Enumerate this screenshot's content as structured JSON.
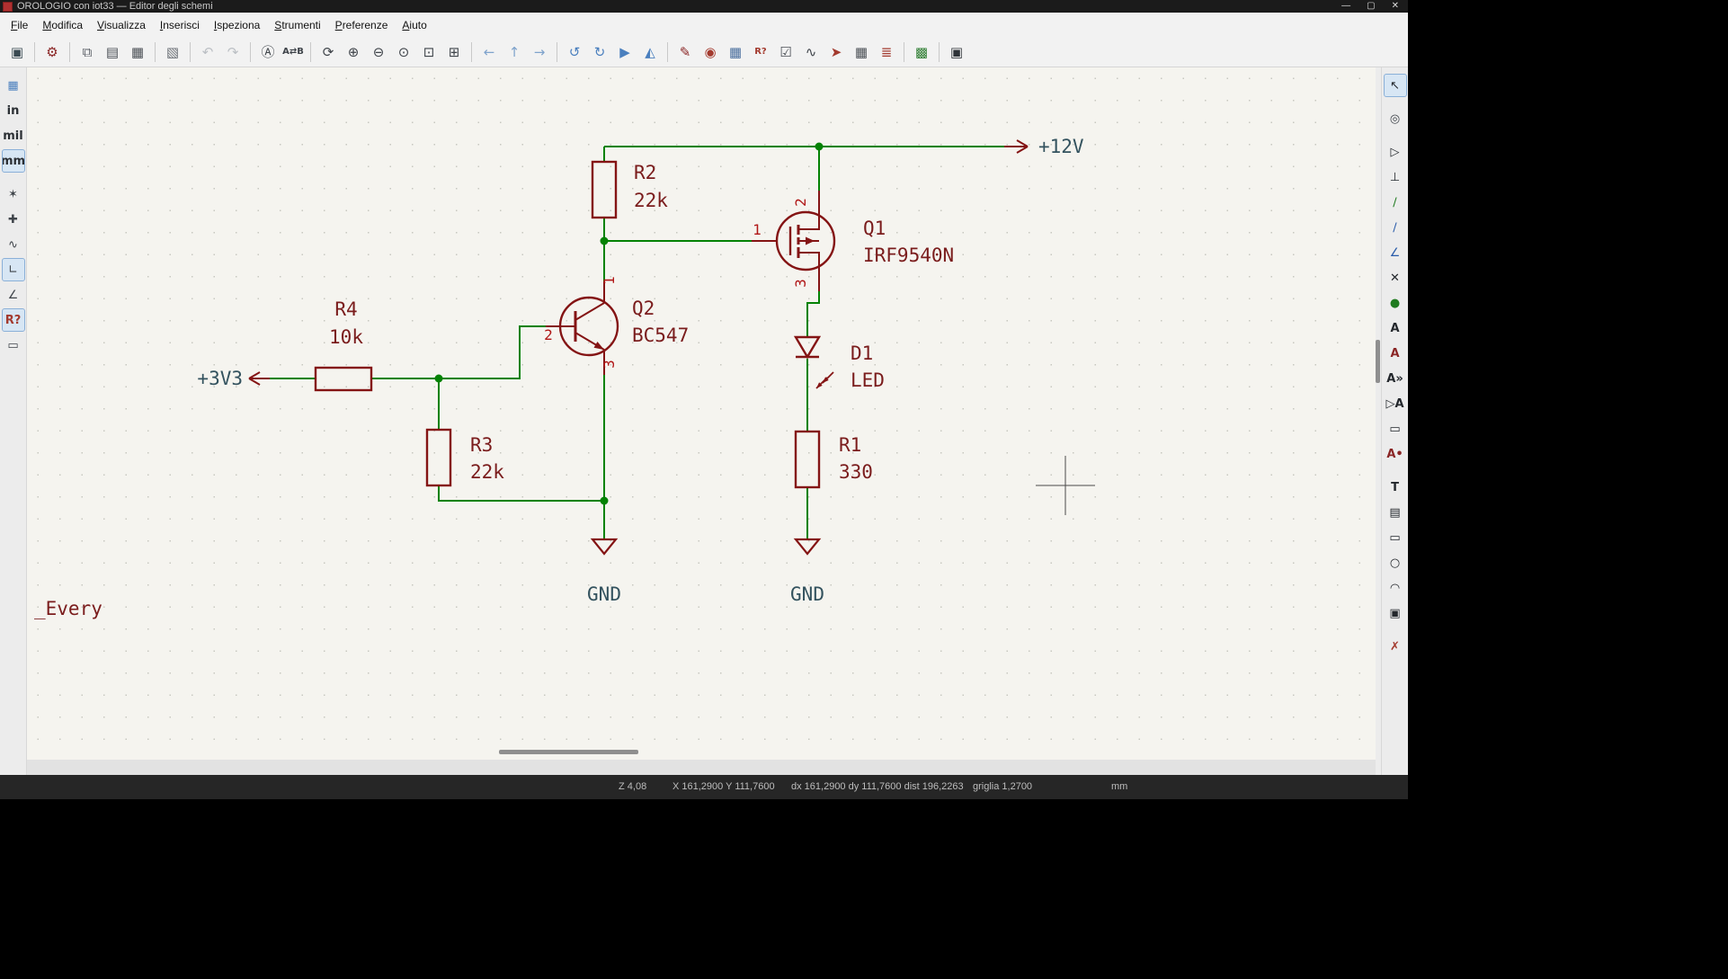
{
  "window": {
    "title": "OROLOGIO con iot33 — Editor degli schemi",
    "controls": {
      "minimize": "—",
      "maximize": "▢",
      "close": "✕"
    }
  },
  "menu": {
    "items": [
      "File",
      "Modifica",
      "Visualizza",
      "Inserisci",
      "Ispeziona",
      "Strumenti",
      "Preferenze",
      "Aiuto"
    ]
  },
  "toolbar": {
    "icons": [
      {
        "name": "save-icon",
        "glyph": "▣",
        "color": "#3a4a52"
      },
      {
        "sep": true
      },
      {
        "name": "schematic-setup-icon",
        "glyph": "⚙",
        "color": "#8a2525"
      },
      {
        "sep": true
      },
      {
        "name": "new-sheet-icon",
        "glyph": "⧉",
        "color": "#5a5f66"
      },
      {
        "name": "print-icon",
        "glyph": "▤",
        "color": "#4a4f55"
      },
      {
        "name": "plot-icon",
        "glyph": "▦",
        "color": "#4a4f55"
      },
      {
        "sep": true
      },
      {
        "name": "paste-icon",
        "glyph": "▧",
        "color": "#6a6f75"
      },
      {
        "sep": true
      },
      {
        "name": "undo-icon",
        "glyph": "↶",
        "color": "#b9bdc2",
        "disabled": true
      },
      {
        "name": "redo-icon",
        "glyph": "↷",
        "color": "#b9bdc2",
        "disabled": true
      },
      {
        "sep": true
      },
      {
        "name": "find-icon",
        "glyph": "Ⓐ",
        "color": "#3f444a"
      },
      {
        "name": "find-replace-icon",
        "glyph": "A⇄B",
        "color": "#3f444a",
        "text": true
      },
      {
        "sep": true
      },
      {
        "name": "refresh-icon",
        "glyph": "⟳",
        "color": "#3f444a"
      },
      {
        "name": "zoom-in-icon",
        "glyph": "⊕",
        "color": "#3f444a"
      },
      {
        "name": "zoom-out-icon",
        "glyph": "⊖",
        "color": "#3f444a"
      },
      {
        "name": "zoom-fit-icon",
        "glyph": "⊙",
        "color": "#3f444a"
      },
      {
        "name": "zoom-selection-icon",
        "glyph": "⊡",
        "color": "#3f444a"
      },
      {
        "name": "zoom-page-icon",
        "glyph": "⊞",
        "color": "#3f444a"
      },
      {
        "sep": true
      },
      {
        "name": "nav-back-icon",
        "glyph": "←",
        "color": "#7fa3cc"
      },
      {
        "name": "nav-up-icon",
        "glyph": "↑",
        "color": "#7fa3cc"
      },
      {
        "name": "nav-forward-icon",
        "glyph": "→",
        "color": "#7fa3cc"
      },
      {
        "sep": true
      },
      {
        "name": "rotate-ccw-icon",
        "glyph": "↺",
        "color": "#4a7fbe"
      },
      {
        "name": "rotate-cw-icon",
        "glyph": "↻",
        "color": "#4a7fbe"
      },
      {
        "name": "mirror-h-icon",
        "glyph": "▶",
        "color": "#4a7fbe"
      },
      {
        "name": "mirror-v-icon",
        "glyph": "◭",
        "color": "#4a7fbe"
      },
      {
        "sep": true
      },
      {
        "name": "annotate-icon",
        "glyph": "✎",
        "color": "#8a2525"
      },
      {
        "name": "erc-icon",
        "glyph": "◉",
        "color": "#a33a2e"
      },
      {
        "name": "symbol-fields-icon",
        "glyph": "▦",
        "color": "#4a6f9e"
      },
      {
        "name": "edit-references-icon",
        "glyph": "R?",
        "color": "#a33a2e",
        "text": true
      },
      {
        "name": "erc-checklist-icon",
        "glyph": "☑",
        "color": "#4a4f55"
      },
      {
        "name": "simulator-icon",
        "glyph": "∿",
        "color": "#3f444a"
      },
      {
        "name": "spice-run-icon",
        "glyph": "➤",
        "color": "#a33a2e"
      },
      {
        "name": "bom-table-icon",
        "glyph": "▦",
        "color": "#4a4f55"
      },
      {
        "name": "bom-export-icon",
        "glyph": "≣",
        "color": "#a33a2e"
      },
      {
        "sep": true
      },
      {
        "name": "pcb-editor-icon",
        "glyph": "▩",
        "color": "#2e7d32"
      },
      {
        "sep": true
      },
      {
        "name": "console-icon",
        "glyph": "▣",
        "color": "#2f3338"
      }
    ]
  },
  "left_toolbar": {
    "items": [
      {
        "name": "grid-toggle-icon",
        "glyph": "▦",
        "color": "#4a7fbe"
      },
      {
        "name": "unit-inches-button",
        "glyph": "in",
        "color": "#2a2e33",
        "text": true
      },
      {
        "name": "unit-mils-button",
        "glyph": "mil",
        "color": "#2a2e33",
        "text": true
      },
      {
        "name": "unit-mm-button",
        "glyph": "mm",
        "color": "#2a2e33",
        "text": true,
        "active": true
      },
      {
        "gap": true
      },
      {
        "name": "cursor-shape-icon",
        "glyph": "✶",
        "color": "#3f444a"
      },
      {
        "name": "hidden-pins-icon",
        "glyph": "✚",
        "color": "#3f444a"
      },
      {
        "name": "hidden-fields-icon",
        "glyph": "∿",
        "color": "#3f444a"
      },
      {
        "name": "hv-lines-icon",
        "glyph": "∟",
        "color": "#3f444a",
        "active": true
      },
      {
        "name": "free-angle-icon",
        "glyph": "∠",
        "color": "#3f444a"
      },
      {
        "name": "auto-annotate-icon",
        "glyph": "R?",
        "color": "#a33a2e",
        "text": true,
        "active": true
      },
      {
        "name": "selection-filter-icon",
        "glyph": "▭",
        "color": "#3f444a"
      }
    ]
  },
  "right_toolbar": {
    "items": [
      {
        "name": "select-tool-icon",
        "glyph": "↖",
        "color": "#23272c",
        "active": true
      },
      {
        "gap": true
      },
      {
        "name": "highlight-net-icon",
        "glyph": "◎",
        "color": "#3f444a"
      },
      {
        "gap": true
      },
      {
        "name": "place-symbol-icon",
        "glyph": "▷",
        "color": "#23272c"
      },
      {
        "name": "place-power-icon",
        "glyph": "⊥",
        "color": "#23272c"
      },
      {
        "name": "draw-wire-icon",
        "glyph": "∕",
        "color": "#1f7a1f"
      },
      {
        "name": "draw-bus-icon",
        "glyph": "∕",
        "color": "#2a5caa"
      },
      {
        "name": "bus-entry-icon",
        "glyph": "∠",
        "color": "#2a5caa"
      },
      {
        "name": "no-connect-icon",
        "glyph": "✕",
        "color": "#23272c"
      },
      {
        "name": "junction-icon",
        "glyph": "●",
        "color": "#1f7a1f"
      },
      {
        "name": "net-label-icon",
        "glyph": "A",
        "color": "#23272c",
        "text": true
      },
      {
        "name": "netclass-label-icon",
        "glyph": "A",
        "color": "#8a2525",
        "text": true
      },
      {
        "name": "global-label-icon",
        "glyph": "A»",
        "color": "#23272c",
        "text": true
      },
      {
        "name": "hierarchical-label-icon",
        "glyph": "▷A",
        "color": "#23272c",
        "text": true
      },
      {
        "name": "sheet-icon",
        "glyph": "▭",
        "color": "#23272c"
      },
      {
        "name": "import-sheet-pin-icon",
        "glyph": "A•",
        "color": "#8a2525",
        "text": true
      },
      {
        "gap": true
      },
      {
        "name": "text-icon",
        "glyph": "T",
        "color": "#23272c",
        "text": true
      },
      {
        "name": "textbox-icon",
        "glyph": "▤",
        "color": "#23272c"
      },
      {
        "name": "rectangle-icon",
        "glyph": "▭",
        "color": "#23272c"
      },
      {
        "name": "circle-icon",
        "glyph": "○",
        "color": "#23272c"
      },
      {
        "name": "arc-icon",
        "glyph": "◠",
        "color": "#23272c"
      },
      {
        "name": "image-icon",
        "glyph": "▣",
        "color": "#23272c"
      },
      {
        "gap": true
      },
      {
        "name": "delete-tool-icon",
        "glyph": "✗",
        "color": "#a33a2e"
      }
    ]
  },
  "schematic": {
    "power": {
      "v12": "+12V",
      "v3": "+3V3",
      "gnd1": "GND",
      "gnd2": "GND"
    },
    "components": {
      "r2": {
        "ref": "R2",
        "value": "22k"
      },
      "r4": {
        "ref": "R4",
        "value": "10k"
      },
      "r3": {
        "ref": "R3",
        "value": "22k"
      },
      "r1": {
        "ref": "R1",
        "value": "330"
      },
      "d1": {
        "ref": "D1",
        "value": "LED"
      },
      "q1": {
        "ref": "Q1",
        "value": "IRF9540N",
        "pins": {
          "p1": "1",
          "p2": "2",
          "p3": "3"
        }
      },
      "q2": {
        "ref": "Q2",
        "value": "BC547",
        "pins": {
          "p1": "1",
          "p2": "2",
          "p3": "3"
        }
      }
    },
    "text_note": "_Every"
  },
  "status": {
    "zoom": "Z 4,08",
    "position": "X 161,2900 Y 111,7600",
    "delta": "dx 161,2900 dy 111,7600 dist 196,2263",
    "grid": "griglia 1,2700",
    "units": "mm"
  },
  "colors": {
    "wire": "#048204",
    "symbol": "#841414",
    "field_text": "#7A1C1C",
    "pin_number": "#B01616",
    "power_text": "#33525E",
    "canvas_bg": "#F5F4EF",
    "active_highlight": "#D7E6F4"
  }
}
